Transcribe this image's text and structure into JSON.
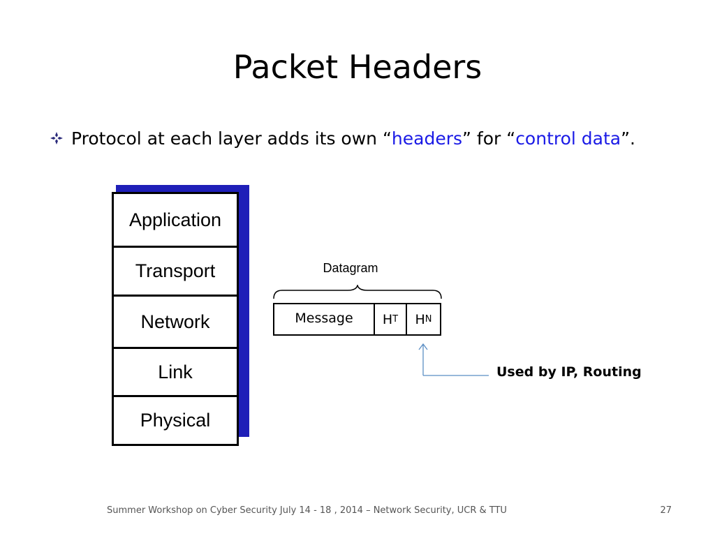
{
  "slide": {
    "title": "Packet Headers",
    "bullet": {
      "text_before": "Protocol at each layer adds its own “",
      "highlight1": "headers",
      "text_middle": "” for “",
      "highlight2": "control data",
      "text_after": "”."
    },
    "footer": "Summer Workshop on Cyber Security July 14 - 18 , 2014 – Network Security, UCR & TTU",
    "page_number": "27"
  },
  "stack": {
    "layers": [
      "Application",
      "Transport",
      "Network",
      "Link",
      "Physical"
    ]
  },
  "datagram": {
    "label": "Datagram",
    "message": "Message",
    "ht_main": "H",
    "ht_sub": "T",
    "hn_main": "H",
    "hn_sub": "N",
    "used_by": "Used by IP, Routing"
  },
  "colors": {
    "highlight": "#1a1ae6",
    "stack_shadow": "#1f1fb8",
    "arrow": "#5b8ec4"
  }
}
